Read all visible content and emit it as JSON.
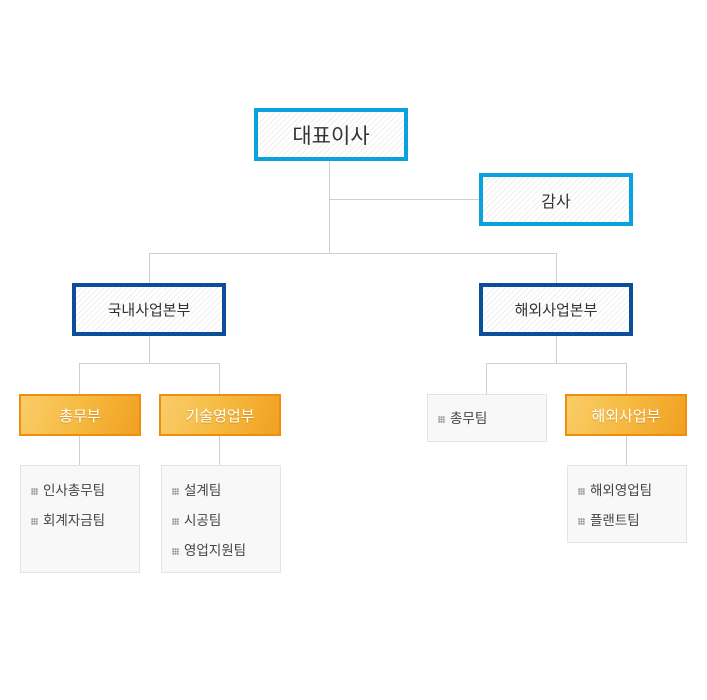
{
  "ceo": "대표이사",
  "audit": "감사",
  "domestic_hq": {
    "title": "국내사업본부",
    "departments": [
      {
        "name": "총무부",
        "teams": [
          "인사총무팀",
          "회계자금팀"
        ]
      },
      {
        "name": "기술영업부",
        "teams": [
          "설계팀",
          "시공팀",
          "영업지원팀"
        ]
      }
    ]
  },
  "overseas_hq": {
    "title": "해외사업본부",
    "general_team": "총무팀",
    "department": {
      "name": "해외사업부",
      "teams": [
        "해외영업팀",
        "플랜트팀"
      ]
    }
  }
}
